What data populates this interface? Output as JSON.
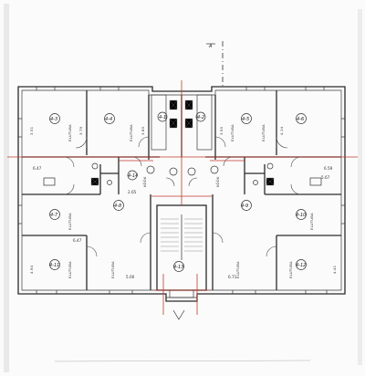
{
  "plan": {
    "room_label": "ELUTUBA",
    "kitchen_label": "KÖÖK",
    "grid_marker": "A",
    "room_numbers": [
      "4-3",
      "4-4",
      "4-5",
      "4-6",
      "4-7",
      "4-8",
      "4-9",
      "4-10",
      "4-11",
      "4-12",
      "4-1",
      "4-2",
      "4-13",
      "4-14"
    ],
    "dimensions": [
      "3.51",
      "3.79",
      "3.80",
      "3.50",
      "4.14",
      "6.47",
      "6.59",
      "5.67",
      "4.94",
      "4.41",
      "2.65",
      "5.00",
      "6.71",
      "6.47"
    ]
  },
  "colors": {
    "axis": "#c0392b",
    "line": "#2a2a2a",
    "paper": "#fbfbfb"
  }
}
